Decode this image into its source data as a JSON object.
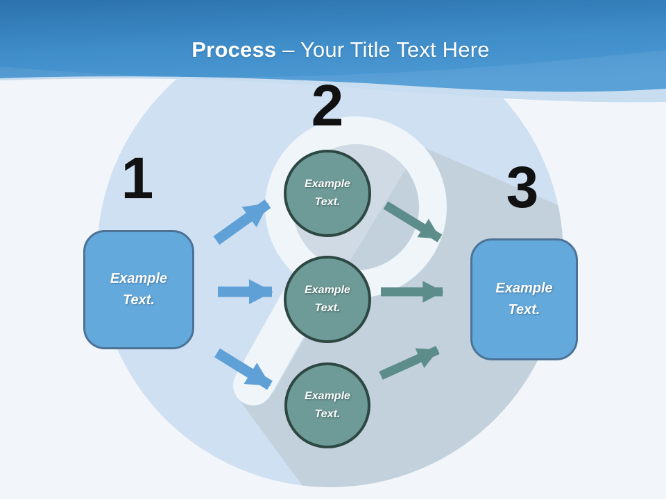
{
  "title": {
    "bold": "Process",
    "regular": " – Your Title Text Here"
  },
  "steps": [
    {
      "number": "1"
    },
    {
      "number": "2"
    },
    {
      "number": "3"
    }
  ],
  "left_box": {
    "label": "Example\nText."
  },
  "right_box": {
    "label": "Example\nText."
  },
  "process_circles": [
    {
      "label": "Example\nText."
    },
    {
      "label": "Example\nText."
    },
    {
      "label": "Example\nText."
    }
  ],
  "colors": {
    "bg": "#f2f6fa",
    "header_blue_top": "#2b72ae",
    "header_blue_bottom": "#4d9ad4",
    "wave_sliver": "#c9ddf1",
    "halo_circle": "#cfe0f2",
    "shadow_gray": "#c3d1dc",
    "lens_interior": "#cfdae4",
    "magnifier_white": "#eff5f9",
    "box_fill": "#64a9dc",
    "box_border": "#4c7396",
    "circle_fill": "#6e9b97",
    "circle_border": "#2d4742",
    "arrow_blue": "#5fa0d6",
    "arrow_teal": "#5d8d8a",
    "number_color": "#111111",
    "title_color": "#ffffff"
  }
}
